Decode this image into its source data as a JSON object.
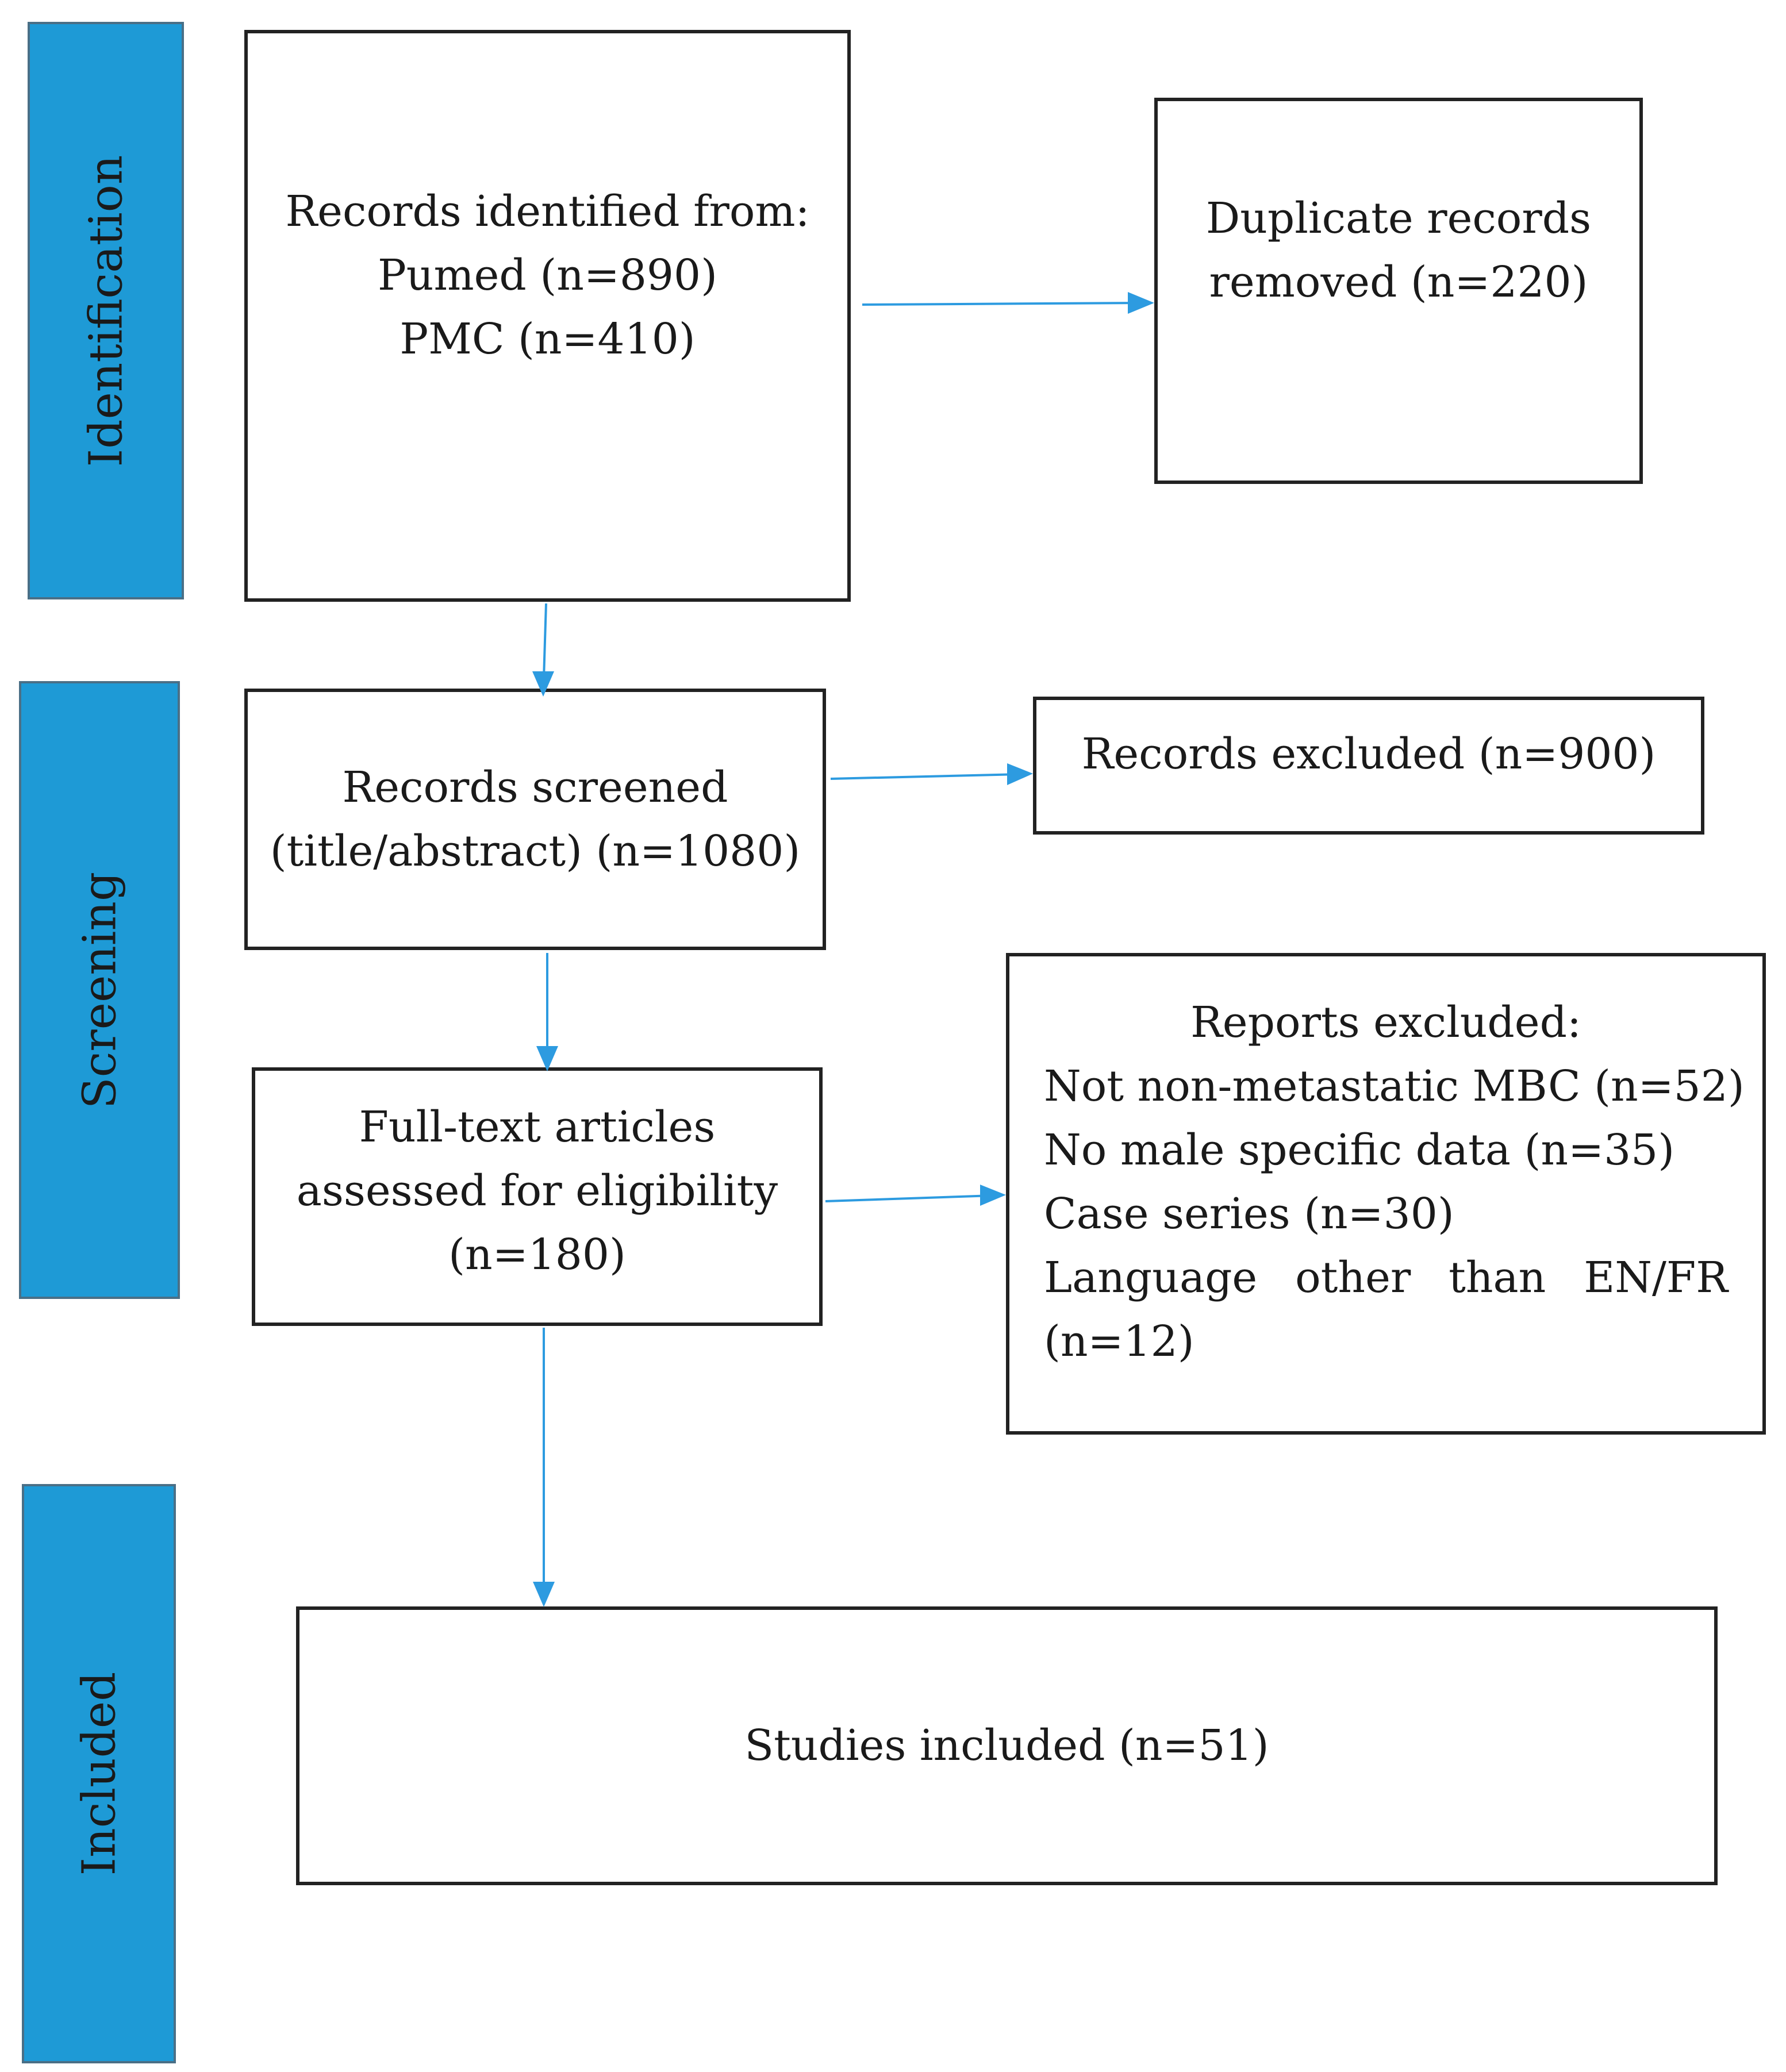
{
  "phases": {
    "identification": "Identification",
    "screening": "Screening",
    "included": "Included"
  },
  "boxes": {
    "records_identified": {
      "lines": [
        "Records identified from:",
        "Pumed (n=890)",
        "PMC (n=410)"
      ]
    },
    "duplicates_removed": {
      "lines": [
        "Duplicate records",
        "removed (n=220)"
      ]
    },
    "records_screened": {
      "lines": [
        "Records screened",
        "(title/abstract) (n=1080)"
      ]
    },
    "records_excluded": {
      "lines": [
        "Records excluded (n=900)"
      ]
    },
    "full_text": {
      "lines": [
        "Full-text articles",
        "assessed for eligibility",
        "(n=180)"
      ]
    },
    "reports_excluded": {
      "title": "Reports excluded:",
      "items": [
        "Not non-metastatic MBC (n=52)",
        "No male specific data (n=35)",
        "Case series (n=30)"
      ],
      "justified_words": [
        "Language",
        "other",
        "than",
        "EN/FR"
      ],
      "last_line": "(n=12)"
    },
    "studies_included": {
      "lines": [
        "Studies included (n=51)"
      ]
    }
  },
  "colors": {
    "phase_band": "#1e9ad6",
    "arrow": "#2d9be0",
    "box_border": "#222222"
  }
}
